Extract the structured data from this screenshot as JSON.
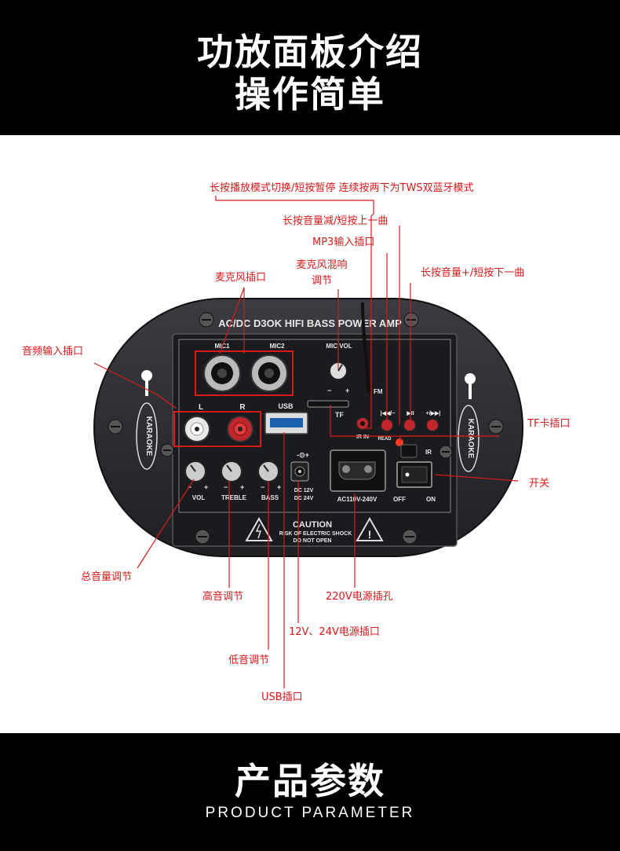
{
  "header": {
    "line1": "功放面板介绍",
    "line2": "操作简单"
  },
  "callouts": {
    "mode": "长按播放模式切换/短按暂停 连续按两下为TWS双蓝牙模式",
    "vol_down": "长按音量减/短按上一曲",
    "mp3_in": "MP3输入插口",
    "mic_mix_1": "麦克风混响",
    "mic_mix_2": "调节",
    "mic_jack": "麦克风插口",
    "vol_up": "长按音量+/短按下一曲",
    "audio_in": "音频输入插口",
    "tf_slot": "TF卡插口",
    "switch": "开关",
    "master_vol": "总音量调节",
    "treble": "高音调节",
    "ac_socket": "220V电源插孔",
    "dc_socket": "12V、24V电源插口",
    "bass": "低音调节",
    "usb": "USB插口"
  },
  "panel": {
    "model": "AC/DC D3OK HIFI BASS POWER AMP",
    "mic1": "MIC1",
    "mic2": "MIC2",
    "mic_vol": "MIC VOL",
    "l": "L",
    "r": "R",
    "usb": "USB",
    "tf": "TF",
    "minus": "−",
    "plus": "+",
    "fm": "FM",
    "ir_in": "IR IN",
    "read": "READ",
    "ir": "IR",
    "btn_prev": "|◀◀/−",
    "btn_play": "▶II",
    "btn_next": "+/▶▶|",
    "vol": "VOL",
    "treble": "TREBLE",
    "bass": "BASS",
    "dc_symbol": "-⊙+",
    "dc12": "DC 12V",
    "dc24": "DC 24V",
    "ac_range": "AC110V-240V",
    "off": "OFF",
    "on": "ON",
    "caution": "CAUTION",
    "risk": "RISK OF ELECTRIC SHOCK",
    "donot": "DO NOT OPEN",
    "karaoke": "KARAOKE"
  },
  "footer": {
    "title_cn": "产品参数",
    "title_en": "PRODUCT PARAMETER"
  },
  "colors": {
    "accent_red": "#d91a1a",
    "panel_body": "#2b2d31",
    "banner": "#000000"
  }
}
